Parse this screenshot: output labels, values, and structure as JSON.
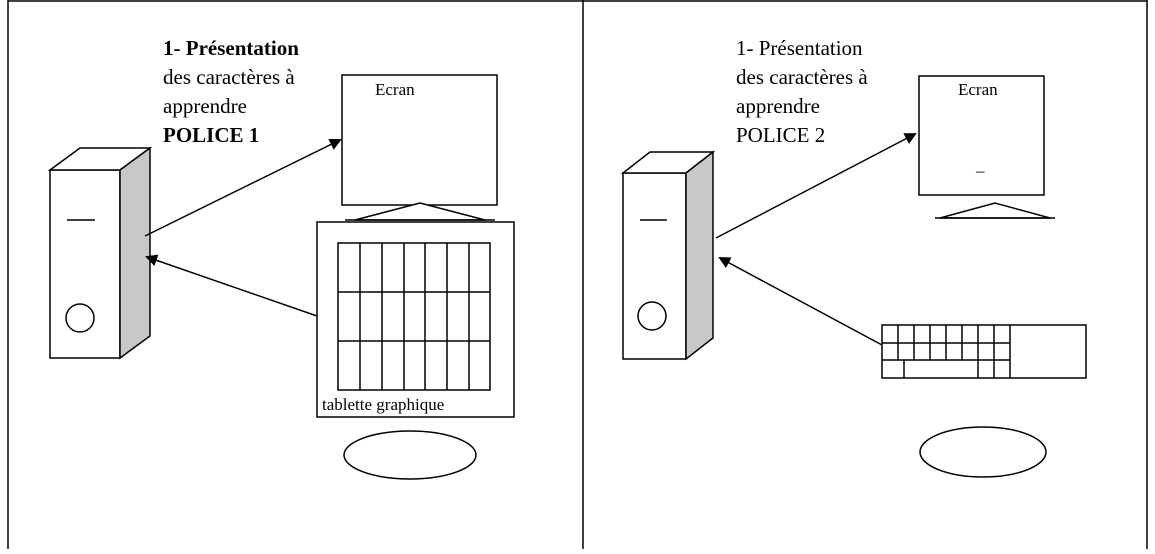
{
  "panels": [
    {
      "caption_lines": [
        "1- Présentation",
        "des caractères à",
        "apprendre",
        "POLICE 1"
      ],
      "caption_bold_lines": [
        0,
        3
      ],
      "screen_label": "Ecran",
      "input_device": "graphics-tablet",
      "tablet_label": "tablette graphique"
    },
    {
      "caption_lines": [
        "1- Présentation",
        "des caractères à",
        "apprendre",
        "POLICE 2"
      ],
      "caption_bold_lines": [],
      "screen_label": "Ecran",
      "input_device": "keyboard",
      "screen_content": "–"
    }
  ],
  "icons": [
    "computer-tower-icon",
    "monitor-icon",
    "graphics-tablet-icon",
    "keyboard-icon",
    "mouse-icon",
    "arrow-icon"
  ]
}
